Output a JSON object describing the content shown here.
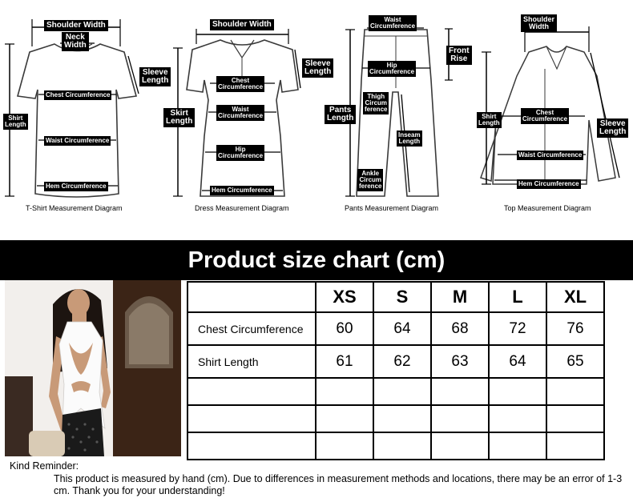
{
  "diagrams": [
    {
      "caption": "T-Shirt Measurement Diagram",
      "labels": [
        "Shoulder Width",
        "Neck\nWidth",
        "Sleeve\nLength",
        "Shirt\nLength",
        "Chest Circumference",
        "Waist Circumference",
        "Hem Circumference"
      ]
    },
    {
      "caption": "Dress Measurement Diagram",
      "labels": [
        "Shoulder Width",
        "Sleeve\nLength",
        "Skirt\nLength",
        "Chest\nCircumference",
        "Waist\nCircumference",
        "Hip\nCircumference",
        "Hem Circumference"
      ]
    },
    {
      "caption": "Pants Measurement Diagram",
      "labels": [
        "Waist\nCircumference",
        "Front\nRise",
        "Hip\nCircumference",
        "Pants\nLength",
        "Thigh\nCircum\nference",
        "Inseam\nLength",
        "Ankle\nCircum\nference"
      ]
    },
    {
      "caption": "Top Measurement Diagram",
      "labels": [
        "Shoulder\nWidth",
        "Shirt\nLength",
        "Chest\nCircumference",
        "Sleeve\nLength",
        "Waist Circumference",
        "Hem Circumference"
      ]
    }
  ],
  "title": "Product size chart  (cm)",
  "table": {
    "sizes": [
      "XS",
      "S",
      "M",
      "L",
      "XL"
    ],
    "rows": [
      {
        "label": "Chest Circumference",
        "values": [
          "60",
          "64",
          "68",
          "72",
          "76"
        ]
      },
      {
        "label": "Shirt Length",
        "values": [
          "61",
          "62",
          "63",
          "64",
          "65"
        ]
      }
    ]
  },
  "reminder": {
    "heading": "Kind Reminder:",
    "body": "This product is measured by hand (cm). Due to differences in measurement methods and locations, there may be an error of 1-3 cm. Thank you for your understanding!"
  },
  "colors": {
    "ink": "#000000",
    "paper": "#ffffff",
    "garment_fill": "#ffffff",
    "garment_stroke": "#3a3a3a",
    "title_bg": "#000000",
    "title_fg": "#ffffff"
  }
}
